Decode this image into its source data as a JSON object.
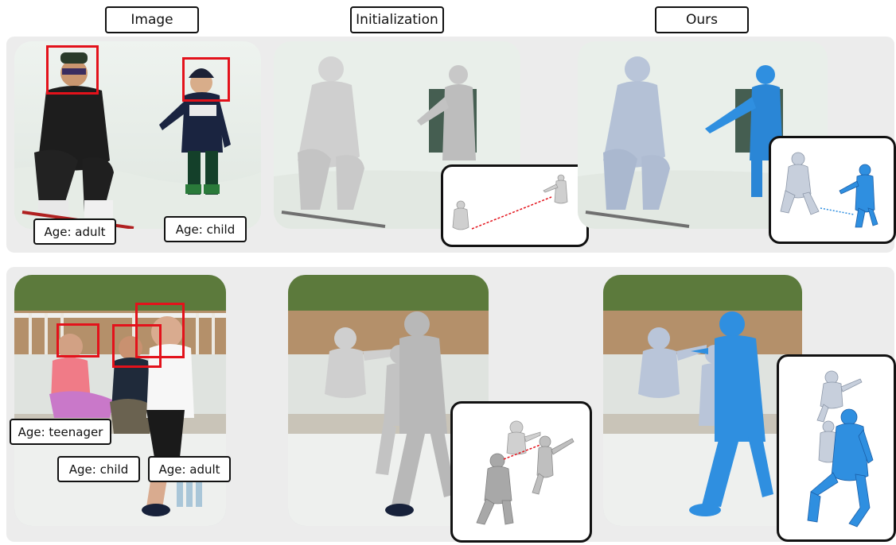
{
  "columns": {
    "image": "Image",
    "initialization": "Initialization",
    "ours": "Ours"
  },
  "row1": {
    "age_labels": [
      "Age: adult",
      "Age: child"
    ]
  },
  "row2": {
    "age_labels": [
      "Age: teenager",
      "Age: child",
      "Age: adult"
    ]
  },
  "colors": {
    "detection_box": "#e3121b",
    "mesh_initialization": "#c8c8c8",
    "mesh_ours_adult": "#b9c5d9",
    "mesh_ours_child": "#2f8fe0",
    "distance_line": "#e3121b",
    "panel_background": "#ececec"
  }
}
